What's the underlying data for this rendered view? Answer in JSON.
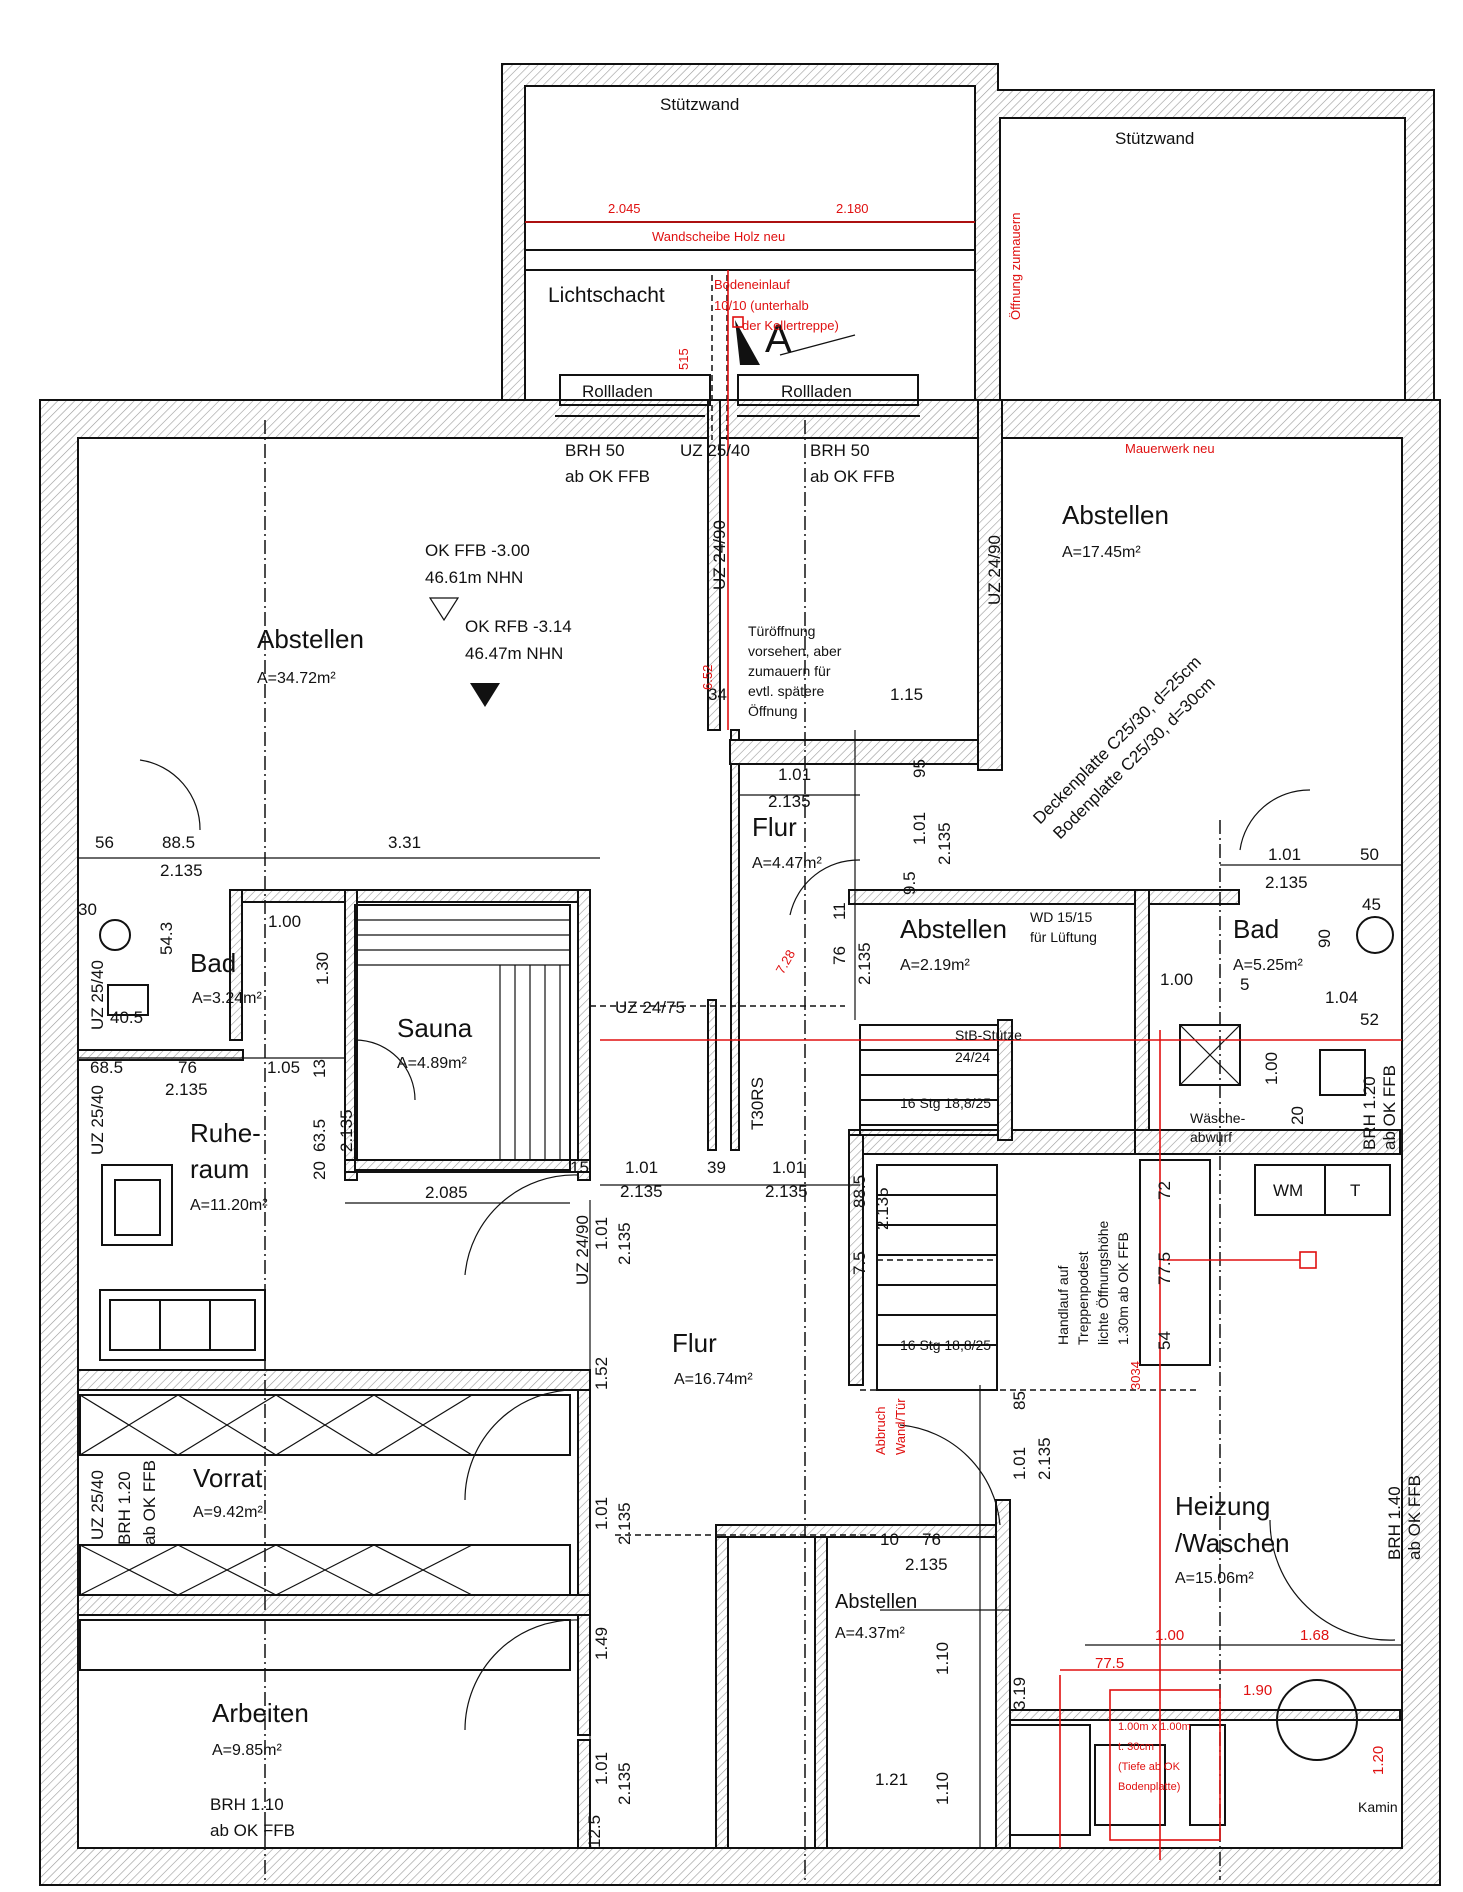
{
  "rooms": [
    {
      "name": "Abstellen",
      "area": "A=34.72m²"
    },
    {
      "name": "Abstellen",
      "area": "A=17.45m²"
    },
    {
      "name": "Bad",
      "area": "A=3.24m²"
    },
    {
      "name": "Sauna",
      "area": "A=4.89m²"
    },
    {
      "name": "Flur",
      "area": "A=4.47m²"
    },
    {
      "name": "Abstellen",
      "area": "A=2.19m²"
    },
    {
      "name": "Bad",
      "area": "A=5.25m²"
    },
    {
      "name": "Ruhe-",
      "name2": "raum",
      "area": "A=11.20m²"
    },
    {
      "name": "Flur",
      "area": "A=16.74m²"
    },
    {
      "name": "Vorrat",
      "area": "A=9.42m²"
    },
    {
      "name": "Abstellen",
      "area": "A=4.37m²"
    },
    {
      "name": "Heizung",
      "name2": "/Waschen",
      "area": "A=15.06m²"
    },
    {
      "name": "Arbeiten",
      "area": "A=9.85m²"
    }
  ],
  "labels": {
    "stuetzwand_left": "Stützwand",
    "stuetzwand_right": "Stützwand",
    "lichtschacht": "Lichtschacht",
    "section_mark": "A",
    "rollladen_1": "Rollladen",
    "rollladen_2": "Rollladen",
    "brh50_a1": "BRH 50",
    "brh50_a2": "ab OK FFB",
    "brh50_b1": "BRH 50",
    "brh50_b2": "ab OK FFB",
    "uz2540": "UZ 25/40",
    "ok_ffb1": "OK FFB -3.00",
    "ok_ffb2": "46.61m NHN",
    "ok_rfb1": "OK RFB -3.14",
    "ok_rfb2": "46.47m NHN",
    "tuer1": "Türöffnung",
    "tuer2": "vorsehen, aber",
    "tuer3": "zumauern für",
    "tuer4": "evtl. spätere",
    "tuer5": "Öffnung",
    "uz2490_v": "UZ 24/90",
    "uz2490_v2": "UZ 24/90",
    "uz2475": "UZ 24/75",
    "t30rs": "T30RS",
    "wd1": "WD 15/15",
    "wd2": "für Lüftung",
    "stb1": "StB-Stütze",
    "stb2": "24/24",
    "stg1": "16 Stg 18,8/25",
    "stg2": "16 Stg 18,8/25",
    "wm": "WM",
    "t": "T",
    "waesche1": "Wäsche-",
    "waesche2": "abwurf",
    "brh120_r1": "BRH 1.20",
    "brh120_r2": "ab OK FFB",
    "brh140_1": "BRH 1.40",
    "brh140_2": "ab OK FFB",
    "brh110_1": "BRH 1.10",
    "brh110_2": "ab OK FFB",
    "uz2540_l1": "UZ 25/40",
    "uz2540_l2": "UZ 25/40",
    "vorrat_brh1": "UZ 25/40",
    "vorrat_brh2": "BRH 1.20",
    "vorrat_brh3": "ab OK FFB",
    "uz2490_flur": "UZ 24/90",
    "decke1": "Deckenplatte C25/30, d=25cm",
    "decke2": "Bodenplatte C25/30, d=30cm",
    "kamin": "Kamin",
    "treppe1": "Handlauf auf",
    "treppe2": "Treppenpodest",
    "treppe3": "lichte Öffnungshöhe",
    "treppe4": "1.30m ab OK FFB"
  },
  "red_labels": {
    "w1": "2.045",
    "w2": "2.180",
    "wandscheibe": "Wandscheibe Holz neu",
    "boden1": "Bodeneinlauf",
    "boden2": "10/10 (unterhalb",
    "boden3": "der Kellertreppe)",
    "oeffnung": "Öffnung zumauern",
    "mauerwerk": "Mauerwerk neu",
    "d515": "515",
    "d652": "6.52",
    "d728": "7.28",
    "d3034": "3034",
    "alt1": "Abbruch",
    "alt2": "Wand/Tür",
    "pit1": "1.00m x 1.00m",
    "pit2": "t. 30cm",
    "pit3": "(Tiefe ab OK",
    "pit4": "Bodenplatte)"
  },
  "dims": {
    "d56": "56",
    "d885": "88.5",
    "d2135a": "2.135",
    "d331": "3.31",
    "d30": "30",
    "d100a": "1.00",
    "d543": "54.3",
    "d130": "1.30",
    "d405": "40.5",
    "d685": "68.5",
    "d76a": "76",
    "d2135b": "2.135",
    "d105": "1.05",
    "d13": "13",
    "d635": "63.5",
    "d2135c": "2.135",
    "d20": "20",
    "d2085": "2.085",
    "d101a": "1.01",
    "d2135d": "2.135",
    "d101b": "1.01",
    "d2135e": "2.135",
    "d95": "95",
    "d34": "34",
    "d115": "1.15",
    "d11": "11",
    "d76b": "76",
    "d2135f": "2.135",
    "d95b": "9.5",
    "d101c": "1.01",
    "d2135g": "2.135",
    "d50": "50",
    "d45": "45",
    "d100b": "1.00",
    "d90": "90",
    "d5": "5",
    "d104": "1.04",
    "d52": "52",
    "d100c": "1.00",
    "d20b": "20",
    "d15": "15",
    "d101d": "1.01",
    "d2135h": "2.135",
    "d39": "39",
    "d101e": "1.01",
    "d2135i": "2.135",
    "d885b": "88.5",
    "d2135j": "2.135",
    "d75": "7.5",
    "d72": "72",
    "d775": "77.5",
    "d54": "54",
    "d101f": "1.01",
    "d2135k": "2.135",
    "d152": "1.52",
    "d85": "85",
    "d101g": "1.01",
    "d2135l": "2.135",
    "d101h": "1.01",
    "d2135m": "2.135",
    "d10": "10",
    "d76c": "76",
    "d2135n": "2.135",
    "d149": "1.49",
    "d110": "1.10",
    "d121": "1.21",
    "d319": "3.19",
    "d110b": "1.10",
    "d101i": "1.01",
    "d2135o": "2.135",
    "d125": "12.5",
    "d100d": "1.00",
    "d168": "1.68",
    "d775b": "77.5",
    "d190": "1.90",
    "d120": "1.20"
  }
}
